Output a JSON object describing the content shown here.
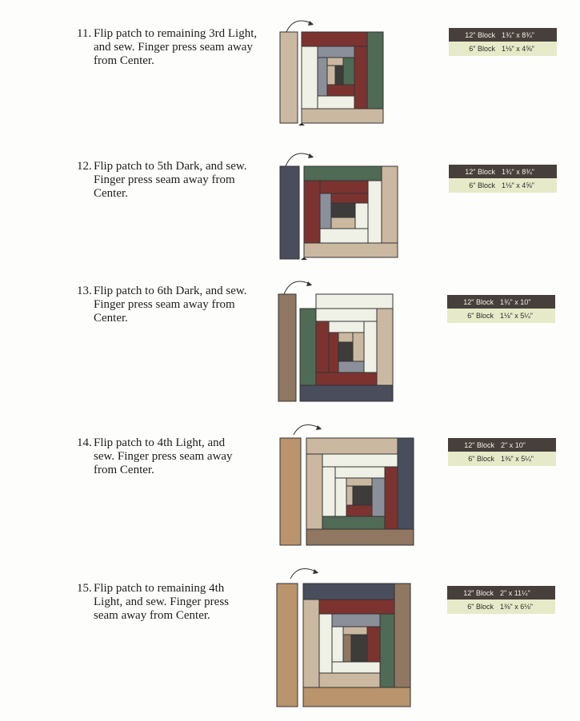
{
  "steps": [
    {
      "number": "11.",
      "lines": [
        "Flip patch to remaining 3rd Light,",
        "and sew. Finger press seam away",
        "from Center."
      ],
      "table": [
        {
          "label": "12\" Block",
          "size": "1¾\" x 8¾\""
        },
        {
          "label": "6\" Block",
          "size": "1⅛\" x 4⅝\""
        }
      ]
    },
    {
      "number": "12.",
      "lines": [
        "Flip patch to 5th Dark, and sew.",
        "Finger press seam away from",
        "Center."
      ],
      "table": [
        {
          "label": "12\" Block",
          "size": "1¾\" x 8¾\""
        },
        {
          "label": "6\" Block",
          "size": "1⅛\" x 4⅝\""
        }
      ]
    },
    {
      "number": "13.",
      "lines": [
        "Flip patch to 6th Dark, and sew.",
        "Finger press seam away from",
        "Center."
      ],
      "table": [
        {
          "label": "12\" Block",
          "size": "1¾\" x 10\""
        },
        {
          "label": "6\" Block",
          "size": "1⅛\" x 5¼\""
        }
      ]
    },
    {
      "number": "14.",
      "lines": [
        "Flip patch to 4th Light, and",
        "sew. Finger press seam away",
        "from Center."
      ],
      "table": [
        {
          "label": "12\" Block",
          "size": "2\" x 10\""
        },
        {
          "label": "6\" Block",
          "size": "1⅜\" x 5¼\""
        }
      ]
    },
    {
      "number": "15.",
      "lines": [
        "Flip patch to remaining 4th",
        "Light, and sew. Finger press",
        "seam away from Center."
      ],
      "table": [
        {
          "label": "12\" Block",
          "size": "2\" x 11¼\""
        },
        {
          "label": "6\" Block",
          "size": "1⅜\" x 6⅛\""
        }
      ]
    }
  ],
  "colors": {
    "red": "#7c3330",
    "green": "#4f6a55",
    "slate": "#8b8f9a",
    "dark_slate": "#4a4e5c",
    "tan": "#cbb8a0",
    "light": "#eff0e6",
    "brown": "#8f7762",
    "speckled": "#b9946c",
    "center": "#3e3c3a"
  }
}
